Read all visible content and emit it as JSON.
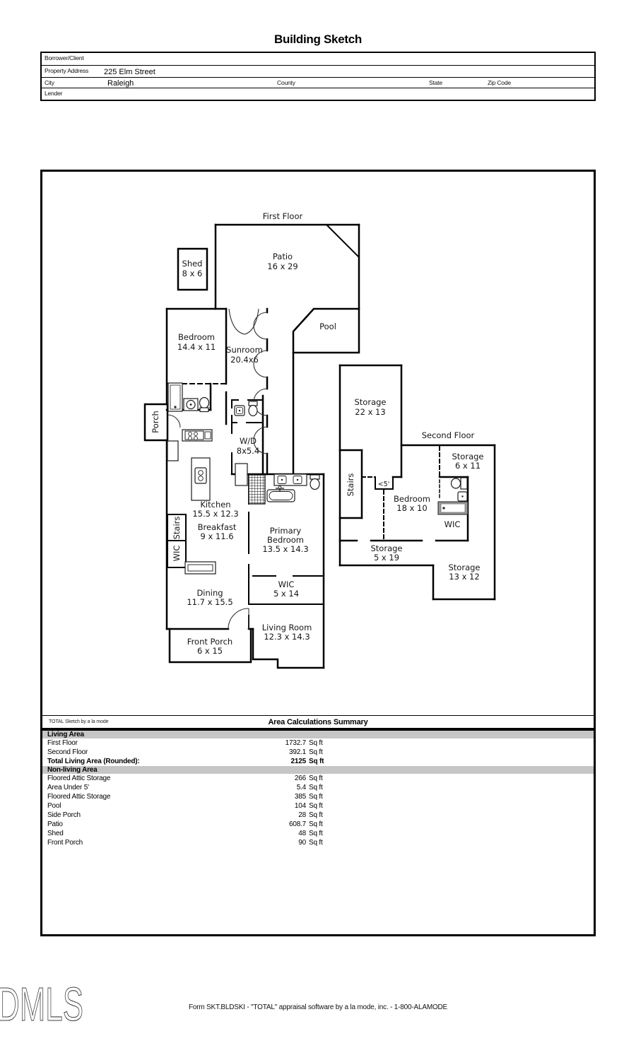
{
  "title": "Building Sketch",
  "header": {
    "borrower_label": "Borrower/Client",
    "property_address_label": "Property Address",
    "property_address_value": "225 Elm Street",
    "city_label": "City",
    "city_value": "Raleigh",
    "county_label": "County",
    "state_label": "State",
    "zip_label": "Zip Code",
    "lender_label": "Lender"
  },
  "sketch": {
    "first_floor_title": "First Floor",
    "second_floor_title": "Second Floor",
    "rooms": {
      "shed": {
        "name": "Shed",
        "dims": "8 x 6"
      },
      "patio": {
        "name": "Patio",
        "dims": "16 x 29"
      },
      "pool": {
        "name": "Pool"
      },
      "bedroom1": {
        "name": "Bedroom",
        "dims": "14.4 x 11"
      },
      "sunroom": {
        "name": "Sunroom",
        "dims": "20.4x6"
      },
      "porch": {
        "name": "Porch"
      },
      "wd": {
        "name": "W/D",
        "dims": "8x5.4"
      },
      "kitchen": {
        "name": "Kitchen",
        "dims": "15.5 x 12.3"
      },
      "breakfast": {
        "name": "Breakfast",
        "dims": "9 x 11.6"
      },
      "stairs1": {
        "name": "Stairs"
      },
      "wic1": {
        "name": "WIC"
      },
      "primary_bedroom": {
        "name1": "Primary",
        "name2": "Bedroom",
        "dims": "13.5 x 14.3"
      },
      "wic2": {
        "name": "WIC",
        "dims": "5 x 14"
      },
      "dining": {
        "name": "Dining",
        "dims": "11.7 x 15.5"
      },
      "front_porch": {
        "name": "Front Porch",
        "dims": "6 x 15"
      },
      "living_room": {
        "name": "Living Room",
        "dims": "12.3 x 14.3"
      },
      "storage22": {
        "name": "Storage",
        "dims": "22 x 13"
      },
      "storage6": {
        "name": "Storage",
        "dims": "6 x 11"
      },
      "stairs2": {
        "name": "Stairs"
      },
      "under5": {
        "name": "<5'"
      },
      "bedroom2": {
        "name": "Bedroom",
        "dims": "18 x 10"
      },
      "wic3": {
        "name": "WIC"
      },
      "storage5": {
        "name": "Storage",
        "dims": "5 x 19"
      },
      "storage13": {
        "name": "Storage",
        "dims": "13 x 12"
      }
    }
  },
  "summary": {
    "watermark": "TOTAL Sketch by a la mode",
    "title": "Area Calculations Summary",
    "living_header": "Living Area",
    "living_rows": [
      {
        "label": "First Floor",
        "value": "1732.7",
        "unit": "Sq ft"
      },
      {
        "label": "Second Floor",
        "value": "392.1",
        "unit": "Sq ft"
      },
      {
        "label": "Total Living Area (Rounded):",
        "value": "2125",
        "unit": "Sq ft"
      }
    ],
    "nonliving_header": "Non-living Area",
    "nonliving_rows": [
      {
        "label": "Floored Attic Storage",
        "value": "266",
        "unit": "Sq ft"
      },
      {
        "label": "Area Under 5'",
        "value": "5.4",
        "unit": "Sq ft"
      },
      {
        "label": "Floored Attic Storage",
        "value": "385",
        "unit": "Sq ft"
      },
      {
        "label": "Pool",
        "value": "104",
        "unit": "Sq ft"
      },
      {
        "label": "Side Porch",
        "value": "28",
        "unit": "Sq ft"
      },
      {
        "label": "Patio",
        "value": "608.7",
        "unit": "Sq ft"
      },
      {
        "label": "Shed",
        "value": "48",
        "unit": "Sq ft"
      },
      {
        "label": "Front Porch",
        "value": "90",
        "unit": "Sq ft"
      }
    ]
  },
  "footer": {
    "form_line": "Form SKT.BLDSKI - \"TOTAL\" appraisal software by a la mode, inc. - 1-800-ALAMODE"
  },
  "logo": "DMLS",
  "colors": {
    "wall": "#000000",
    "band_gray": "#c6c6c6",
    "tub_gray": "#9a9a9a"
  }
}
